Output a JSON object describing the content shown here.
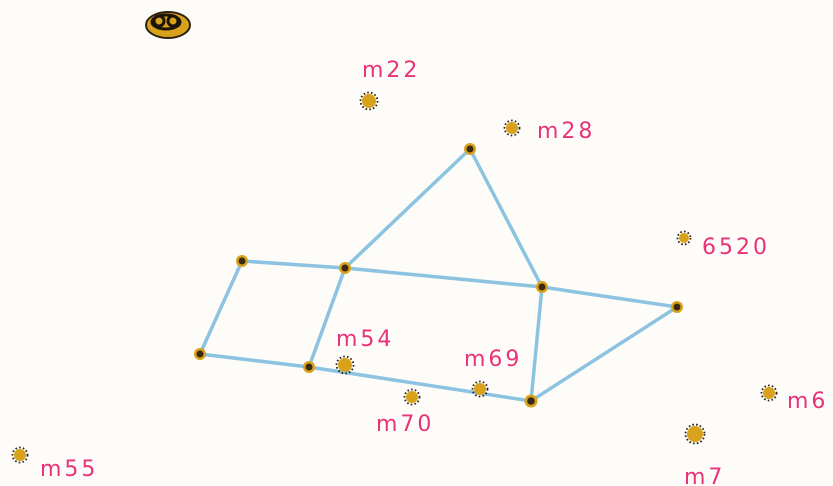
{
  "colors": {
    "background": "#fdfcf9",
    "line": "#8cc3e0",
    "star_fill": "#d9a21c",
    "star_core": "#3a2a10",
    "label": "#e8337a"
  },
  "icons": {
    "planet": "saturn-icon"
  },
  "objects": {
    "m22": "m22",
    "m28": "m28",
    "ngc6520": "6520",
    "m54": "m54",
    "m69": "m69",
    "m70": "m70",
    "m6": "m6",
    "m7": "m7",
    "m55": "m55"
  }
}
